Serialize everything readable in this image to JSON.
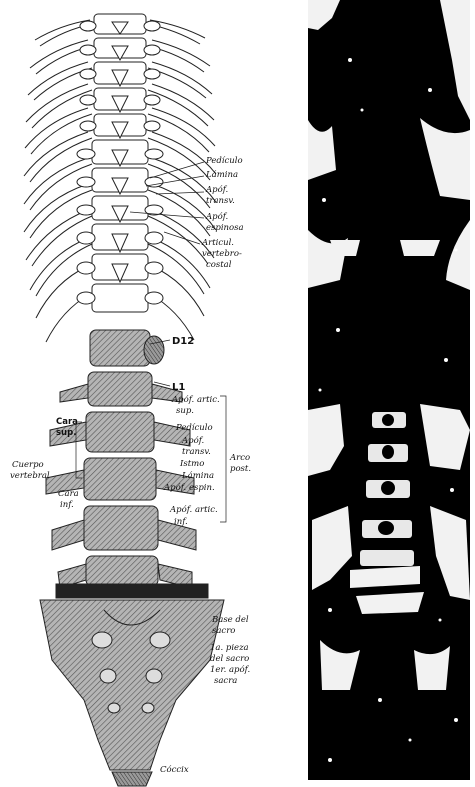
{
  "left_panel": {
    "labels": {
      "pediculo_top": "Pedículo",
      "lamina_top": "Lámina",
      "apof_transv_top_1": "Apóf.",
      "apof_transv_top_2": "transv.",
      "apof_espinosa_1": "Apóf.",
      "apof_espinosa_2": "espinosa",
      "articul_1": "Articul.",
      "articul_2": "vertebro-",
      "articul_3": "costal",
      "d12": "D12",
      "l1": "L1",
      "apof_artic_sup_1": "Apóf. artic.",
      "apof_artic_sup_2": "sup.",
      "pediculo_lumbar": "Pedículo",
      "apof_transv_lumbar_1": "Apóf.",
      "apof_transv_lumbar_2": "transv.",
      "istmo": "Istmo",
      "lamina_lumbar": "Lámina",
      "apof_espin_lumbar": "Apóf. espin.",
      "apof_artic_inf_1": "Apóf. artic.",
      "apof_artic_inf_2": "inf.",
      "arco_post_1": "Arco",
      "arco_post_2": "post.",
      "cara_sup_1": "Cara",
      "cara_sup_2": "sup.",
      "cuerpo_vertebral_1": "Cuerpo",
      "cuerpo_vertebral_2": "vertebral",
      "cara_inf_1": "Cara",
      "cara_inf_2": "inf.",
      "base_sacro_1": "Base del",
      "base_sacro_2": "sacro",
      "pieza_sacro_1": "1a. pieza",
      "pieza_sacro_2": "del sacro",
      "apof_sacra_1": "1er. apóf.",
      "apof_sacra_2": "sacra",
      "coccix": "Cóccix"
    }
  },
  "right_panel": {
    "description_none": ""
  }
}
